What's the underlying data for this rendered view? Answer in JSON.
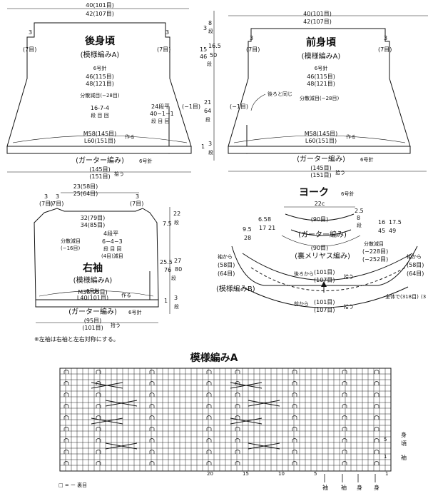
{
  "back": {
    "title": "後身頃",
    "pattern": "(模様編みA)",
    "top_w1": "40(101目)",
    "top_w2": "42(107目)",
    "needle": "6号針",
    "mid1": "46(115目)",
    "mid2": "48(121目)",
    "dec": "分散減目(−28目)",
    "seq1": "16-7-4",
    "seq2": "段 目 回",
    "side1": "24段平",
    "side2": "40−1−1",
    "side3": "段 目 回",
    "side_minus": "(−1目)",
    "edge_3": "3",
    "edge_7": "(7目)",
    "cast1": "M58(145目)",
    "cast2": "L60(151目)",
    "cast_suffix": "作る",
    "bottom": "(ガーター編み)",
    "bottom_needle": "6号針",
    "pick1": "(145目)",
    "pick2": "(151目)",
    "pick_suffix": "拾う"
  },
  "front": {
    "title": "前身頃",
    "pattern": "(模様編みA)",
    "top_w1": "40(101目)",
    "top_w2": "42(107目)",
    "needle": "6号針",
    "mid1": "46(115目)",
    "mid2": "48(121目)",
    "same": "後ろと同じ",
    "dec": "分散減目(−28目)",
    "side_minus": "(−1目)",
    "edge_3": "3",
    "edge_7": "(7目)",
    "cast1": "M58(145目)",
    "cast2": "L60(151目)",
    "cast_suffix": "作る",
    "bottom": "(ガーター編み)",
    "bottom_needle": "6号針",
    "pick1": "(145目)",
    "pick2": "(151目)",
    "pick_suffix": "拾う"
  },
  "body_dims": {
    "d3": "3",
    "d8": "8",
    "d8u": "段",
    "d15": "15",
    "d16": "16.5",
    "d46": "46",
    "d50": "50",
    "dseg": "段",
    "d21": "21",
    "d64": "64",
    "d64u": "段",
    "d1": "1",
    "d3b": "3",
    "d3bu": "段"
  },
  "sleeve": {
    "title": "右袖",
    "pattern": "(模様編みA)",
    "top1": "23(58目)",
    "top2": "25(64目)",
    "left_3a": "3",
    "left_7a": "(7目)",
    "left_3b": "3",
    "left_7b": "(7目)",
    "right_3": "3",
    "right_7": "(7目)",
    "mid1": "32(79目)",
    "mid2": "34(85目)",
    "dec": "分散減目",
    "dec2": "(−16目)",
    "seq1": "4段平",
    "seq2": "6−4−3",
    "seq3": "段 目 回",
    "seq4": "(4目)減目",
    "needle": "6号針",
    "cast1": "M38(95目)",
    "cast2": "L40(101目)",
    "cast_suffix": "作る",
    "bottom": "(ガーター編み)",
    "bottom_needle": "6号針",
    "pick1": "(95目)",
    "pick2": "(101目)",
    "pick_suffix": "拾う",
    "d75": "7.5",
    "d22": "22",
    "d22u": "段",
    "d255": "25.5",
    "d27": "27",
    "d76": "76",
    "d80": "80",
    "dseg": "段",
    "d1": "1",
    "d3": "3",
    "d3u": "段",
    "note": "※左袖は右袖と左右対称にする。"
  },
  "yoke": {
    "title": "ヨーク",
    "needle": "6号針",
    "w22": "22c",
    "top90": "(90目)",
    "garter": "(ガーター編み)",
    "d25": "2.5",
    "d8": "8",
    "d8u": "段",
    "d65": "6.5",
    "d17": "17",
    "d21": "21",
    "d95": "9.5",
    "d28": "28",
    "d16": "16",
    "d175": "17.5",
    "d45": "45",
    "d49": "49",
    "st90": "(90目)",
    "stockinette": "(裏メリヤス編み)",
    "dec1": "分散減目",
    "dec2": "(−228目)",
    "dec3": "(−252目)",
    "sleeve_from1": "袖から",
    "sleeve_from2": "(58目)",
    "sleeve_from3": "(64目)",
    "sleeve_from_r1": "袖から",
    "sleeve_from_r2": "(58目)",
    "sleeve_from_r3": "(64目)",
    "back_from": "後ろから",
    "back1": "(101目)",
    "back2": "(107目)",
    "pick": "拾う",
    "patternB": "(模様編みB)",
    "front_from": "前から",
    "front1": "(101目)",
    "front2": "(107目)",
    "total": "全体で(318目)",
    "total2": "(3"
  },
  "chart": {
    "title": "模様編みA",
    "nums": [
      "20",
      "15",
      "10",
      "5",
      "1"
    ],
    "row_nums": [
      "5",
      "1"
    ],
    "right_labels": [
      "身",
      "頃",
      "袖"
    ],
    "bottom_labels": [
      "袖",
      "袖",
      "身",
      "身"
    ],
    "legend": "□ = ー 裏目"
  }
}
